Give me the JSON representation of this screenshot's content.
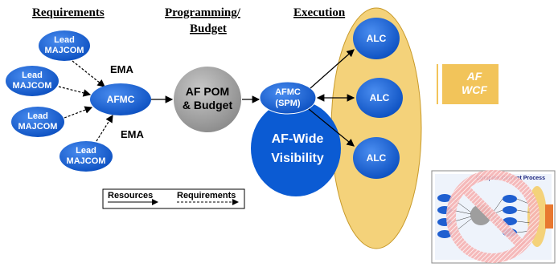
{
  "headers": {
    "requirements": "Requirements",
    "programming_line1": "Programming/",
    "programming_line2": "Budget",
    "execution": "Execution"
  },
  "lead_majcom": {
    "line1": "Lead",
    "line2": "MAJCOM"
  },
  "afmc_left": "AFMC",
  "ema_top": "EMA",
  "ema_bottom": "EMA",
  "afpom": {
    "line1": "AF POM",
    "line2": "& Budget"
  },
  "afmc_spm": {
    "line1": "AFMC",
    "line2": "(SPM)"
  },
  "visibility": {
    "line1": "AF-Wide",
    "line2": "Visibility"
  },
  "alc": "ALC",
  "af_wcf": {
    "line1": "AF",
    "line2": "WCF"
  },
  "legend": {
    "resources": "Resources",
    "requirements": "Requirements"
  },
  "thumbnail": {
    "title": "Complex Current Process"
  },
  "colors": {
    "node_blue": "#0b5bd3",
    "gray_node": "#9e9e9e",
    "ellipse_tan": "#f4d27a",
    "wcf_gold": "#f2c45a",
    "prohibit_red": "#e53935"
  }
}
